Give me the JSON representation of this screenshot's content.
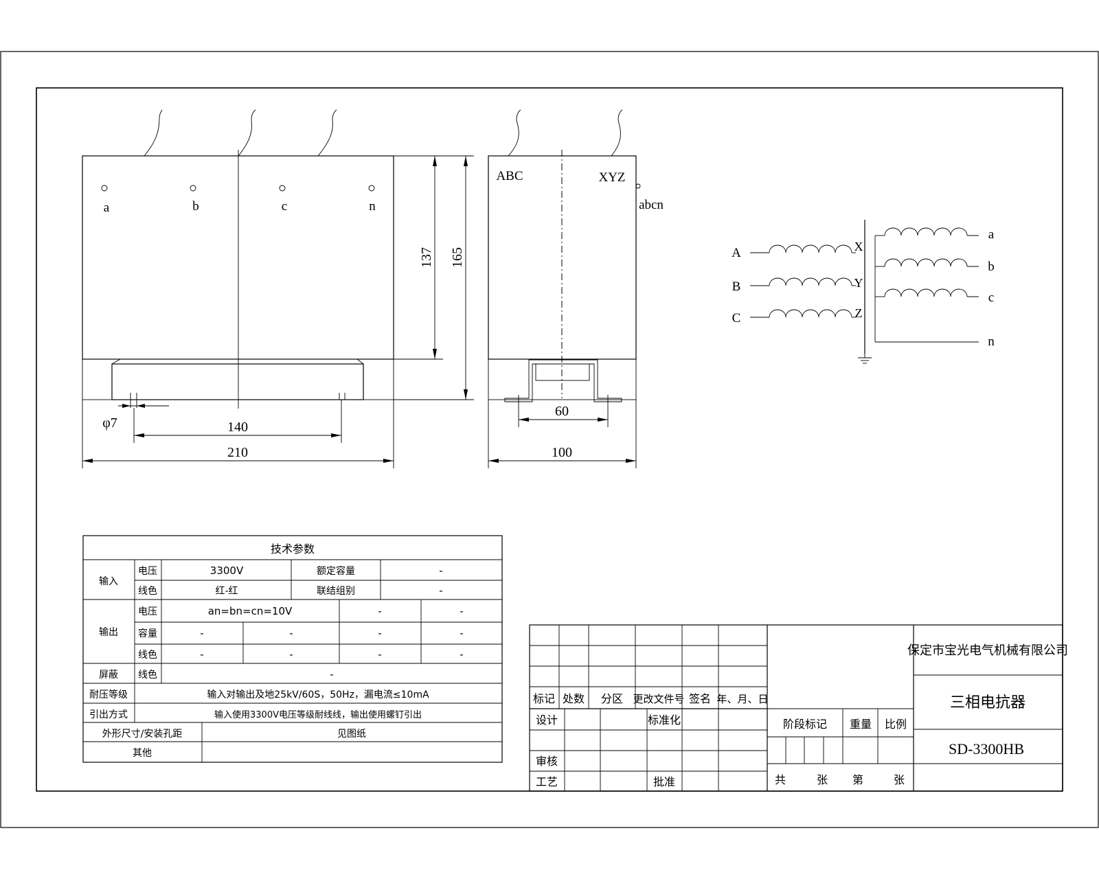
{
  "front_view": {
    "terminals": [
      "a",
      "b",
      "c",
      "n"
    ],
    "dim_height_body": "137",
    "dim_height_total": "165",
    "dim_hole": "φ7",
    "dim_mount": "140",
    "dim_width": "210"
  },
  "side_view": {
    "label_left": "ABC",
    "label_right": "XYZ",
    "label_small": "abcn",
    "dim_bracket": "60",
    "dim_depth": "100"
  },
  "schematic": {
    "primary_inputs": [
      "A",
      "B",
      "C"
    ],
    "primary_ends": [
      "X",
      "Y",
      "Z"
    ],
    "secondary_outputs": [
      "a",
      "b",
      "c",
      "n"
    ]
  },
  "spec_table": {
    "title": "技术参数",
    "input_label": "输入",
    "output_label": "输出",
    "shield_label": "屏蔽",
    "voltage_label": "电压",
    "color_label": "线色",
    "capacity_label": "容量",
    "input_voltage": "3300V",
    "rated_capacity_label": "额定容量",
    "rated_capacity": "-",
    "input_color": "红-红",
    "connection_label": "联结组别",
    "connection": "-",
    "output_voltage": "an=bn=cn=10V",
    "dash": "-",
    "insulation_label": "耐压等级",
    "insulation_value": "输入对输出及地25kV/60S，50Hz，漏电流≤10mA",
    "lead_label": "引出方式",
    "lead_value": "输入使用3300V电压等级耐线线，输出使用螺钉引出",
    "size_label": "外形尺寸/安装孔距",
    "size_value": "见图纸",
    "other_label": "其他",
    "other_value": ""
  },
  "title_block": {
    "rev_headers": [
      "标记",
      "处数",
      "分区",
      "更改文件号",
      "签名",
      "年、月、日"
    ],
    "design": "设计",
    "standard": "标准化",
    "review": "审核",
    "process": "工艺",
    "approve": "批准",
    "stage_mark": "阶段标记",
    "weight": "重量",
    "scale": "比例",
    "total": "共",
    "sheets": "张",
    "sheet_no": "第",
    "sheet_unit": "张",
    "company": "保定市宝光电气机械有限公司",
    "product_name": "三相电抗器",
    "model": "SD-3300HB"
  }
}
